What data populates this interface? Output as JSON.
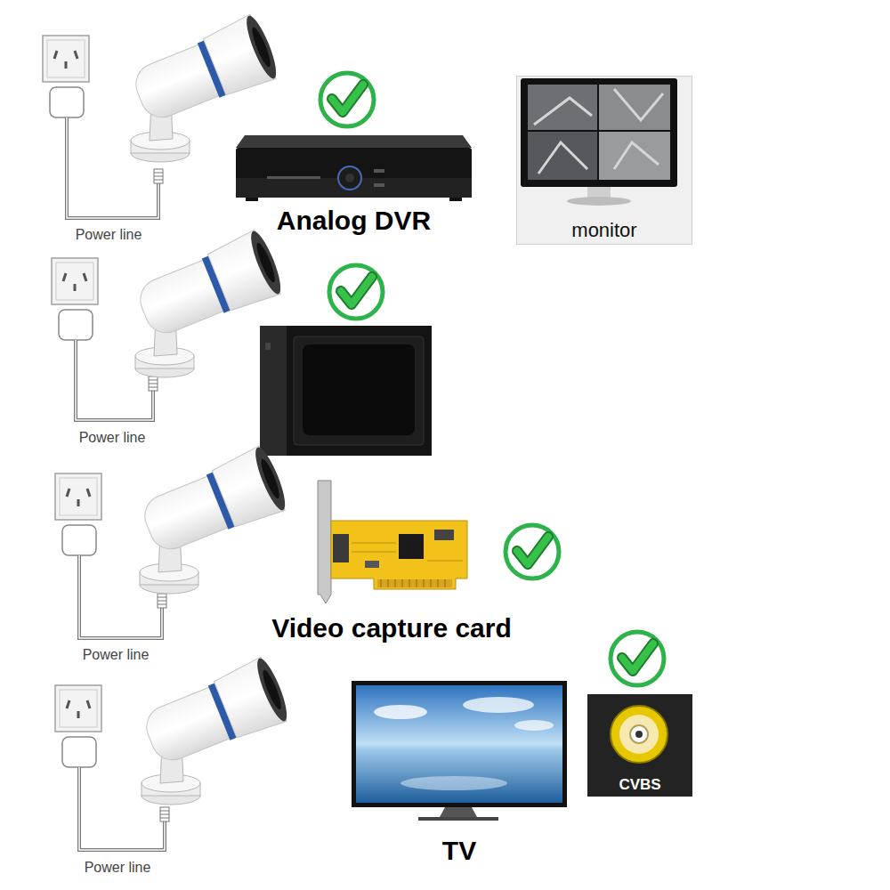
{
  "diagram": {
    "nodes": [
      {
        "text": [
          "Analog DVR"
        ]
      },
      {
        "text": [
          "monitor"
        ]
      },
      {
        "text": [
          "Video capture card"
        ]
      },
      {
        "text": [
          "TV"
        ]
      },
      {
        "text": [
          "CVBS"
        ]
      }
    ],
    "labels": [
      "Power line",
      "Power line",
      "Power line",
      "Power line"
    ]
  }
}
